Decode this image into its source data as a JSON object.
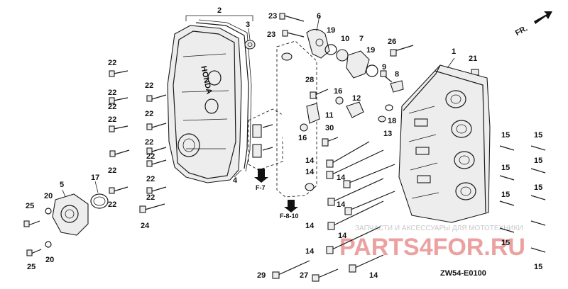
{
  "diagram": {
    "direction_label": "FR.",
    "code": "ZW54-E0100",
    "ref_labels": [
      "F-7",
      "F-8-10"
    ],
    "watermark": {
      "brand": "PARTS4FOR.RU",
      "tagline": "ЗАПЧАСТИ И АКСЕССУАРЫ ДЛЯ МОТОТЕХНИКИ"
    },
    "cover_text": "HONDA",
    "callouts": {
      "c1": "1",
      "c2": "2",
      "c3": "3",
      "c4": "4",
      "c5": "5",
      "c6": "6",
      "c7": "7",
      "c8": "8",
      "c9": "9",
      "c10": "10",
      "c11": "11",
      "c12": "12",
      "c13": "13",
      "c14a": "14",
      "c14b": "14",
      "c14c": "14",
      "c14d": "14",
      "c14e": "14",
      "c14f": "14",
      "c14g": "14",
      "c14h": "14",
      "c15a": "15",
      "c15b": "15",
      "c15c": "15",
      "c15d": "15",
      "c15e": "15",
      "c15f": "15",
      "c15g": "15",
      "c15h": "15",
      "c16a": "16",
      "c16b": "16",
      "c17": "17",
      "c18": "18",
      "c19a": "19",
      "c19b": "19",
      "c20a": "20",
      "c20b": "20",
      "c21": "21",
      "c22a": "22",
      "c22b": "22",
      "c22c": "22",
      "c22d": "22",
      "c22e": "22",
      "c22f": "22",
      "c22g": "22",
      "c22h": "22",
      "c22i": "22",
      "c22j": "22",
      "c22k": "22",
      "c22l": "22",
      "c23a": "23",
      "c23b": "23",
      "c24": "24",
      "c25a": "25",
      "c25b": "25",
      "c26": "26",
      "c27": "27",
      "c28": "28",
      "c29": "29",
      "c30": "30"
    }
  }
}
